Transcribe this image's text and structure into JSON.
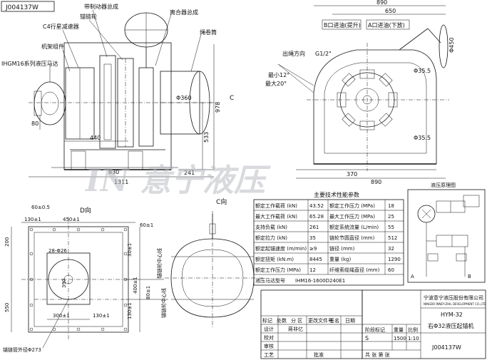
{
  "drawing_code_top": "J004137W",
  "drawing_code_bottom": "J004137W",
  "watermark": "IN 意宁液压",
  "front_view": {
    "labels": {
      "brake": "带制动器总成",
      "sprocket": "锚链轮",
      "clutch": "离合器总成",
      "drum": "绳卷筒",
      "gearbox": "C4行星减速器",
      "frame": "机架组件",
      "motor": "IHGM16系列液压马达"
    },
    "dims": {
      "d360": "Φ360",
      "d80": "80",
      "d440": "440",
      "d830": "830",
      "d1311": "1311",
      "d241": "241",
      "d533": "533",
      "d978": "978",
      "c_mark": "C"
    }
  },
  "side_view": {
    "dims": {
      "d890": "890",
      "d650": "650",
      "d450": "Φ450",
      "d35_top": "Φ35.5",
      "d35_bot": "Φ35.5",
      "d370": "370",
      "d890b": "890"
    },
    "labels": {
      "b_port": "B口进油(提升)",
      "a_port": "A口进油(下放)",
      "out_dir": "出绳方向",
      "g_port": "G1/2\"",
      "max12": "最小12°",
      "max20": "最大20°"
    }
  },
  "plan_view": {
    "labels": {
      "d_view": "D向",
      "chain_center1": "锚链轮中心线",
      "chain_center2": "锚链轮中心线",
      "chain_pipe": "锚链管外径Φ273"
    },
    "dims": {
      "w60": "60±0.5",
      "w130": "130±1",
      "w450": "450±1",
      "w60b": "60±1",
      "w28": "28-Φ26",
      "w390": "390",
      "w300": "300±1",
      "w130b": "130±1",
      "h200": "200",
      "h550": "550",
      "h400": "400±1",
      "h80": "80±1",
      "h30": "30±1",
      "h130": "130±1"
    }
  },
  "c_view": {
    "label": "C向"
  },
  "specs": {
    "title": "主要技术性能参数",
    "rows": [
      [
        "额定工作载荷 (kN)",
        "43.52",
        "额定工作压力 (MPa)",
        "18"
      ],
      [
        "最大工作载荷 (kN)",
        "65.28",
        "最大工作压力 (MPa)",
        "25"
      ],
      [
        "支持负载 (kN)",
        "261",
        "额定系统流量 (L/min)",
        "55"
      ],
      [
        "额定拉力 (kN)",
        "35",
        "链轮节圆直径 (mm)",
        "512"
      ],
      [
        "额定起锚速度 (m/min)",
        "≥9",
        "链径 (mm)",
        "32"
      ],
      [
        "额定扭矩 (kN.m)",
        "8445",
        "重量 (kg)",
        "1290"
      ],
      [
        "额定工作压力 (MPa)",
        "12",
        "纤维索缆绳直径 (mm)",
        "60"
      ],
      [
        "液压马达型号",
        "IHM16-1600D240E1",
        "",
        ""
      ]
    ]
  },
  "schematic": {
    "title": "液压原理图",
    "ports": [
      "A",
      "B"
    ]
  },
  "title_block": {
    "company_cn": "宁波意宁液压股份有限公司",
    "company_en": "NINGBO INNEY-ZHIL DEVELOPMENT CO.,LTD",
    "product_code": "HYM-32",
    "product_name": "右Φ32液压起锚机",
    "stage_label": "阶段标记",
    "weight_label": "重量",
    "scale_label": "比例",
    "stage_value": "S",
    "weight_value": "1500",
    "scale_value": "1:10",
    "sheet_label": "共    张   第    张",
    "rev_header": [
      "标记",
      "处数",
      "分 区",
      "更改文件号",
      "签名",
      "日期"
    ],
    "roles": [
      "设计",
      "校对",
      "审核",
      "工艺"
    ],
    "designer": "蒋非亿",
    "approver": "批准"
  }
}
